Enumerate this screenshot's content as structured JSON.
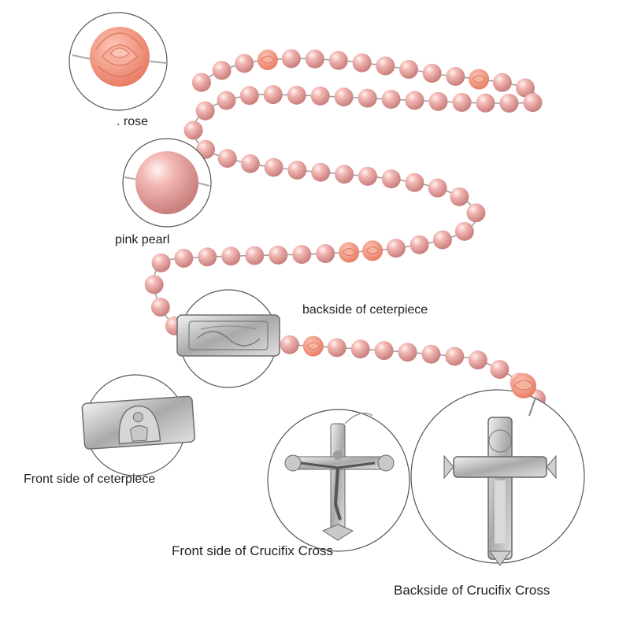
{
  "labels": {
    "rose": ". rose",
    "pink_pearl": "pink pearl",
    "backside_centerpiece": "backside of ceterpiece",
    "front_centerpiece": "Front side of ceterpiece",
    "front_crucifix": "Front side of Crucifix Cross",
    "back_crucifix": "Backside of Crucifix Cross"
  },
  "colors": {
    "pearl": "#eeaaa8",
    "pearl_shadow": "#c97f7d",
    "rose": "#f39a84",
    "silver": "#b8b8b8",
    "silver_dark": "#6e6e6e",
    "circle_outline": "#555555"
  },
  "icons": {
    "rose": "rose-bead-icon",
    "pearl": "pearl-bead-icon",
    "centerpiece": "centerpiece-medal-icon",
    "crucifix": "crucifix-icon",
    "cross": "cross-icon"
  }
}
